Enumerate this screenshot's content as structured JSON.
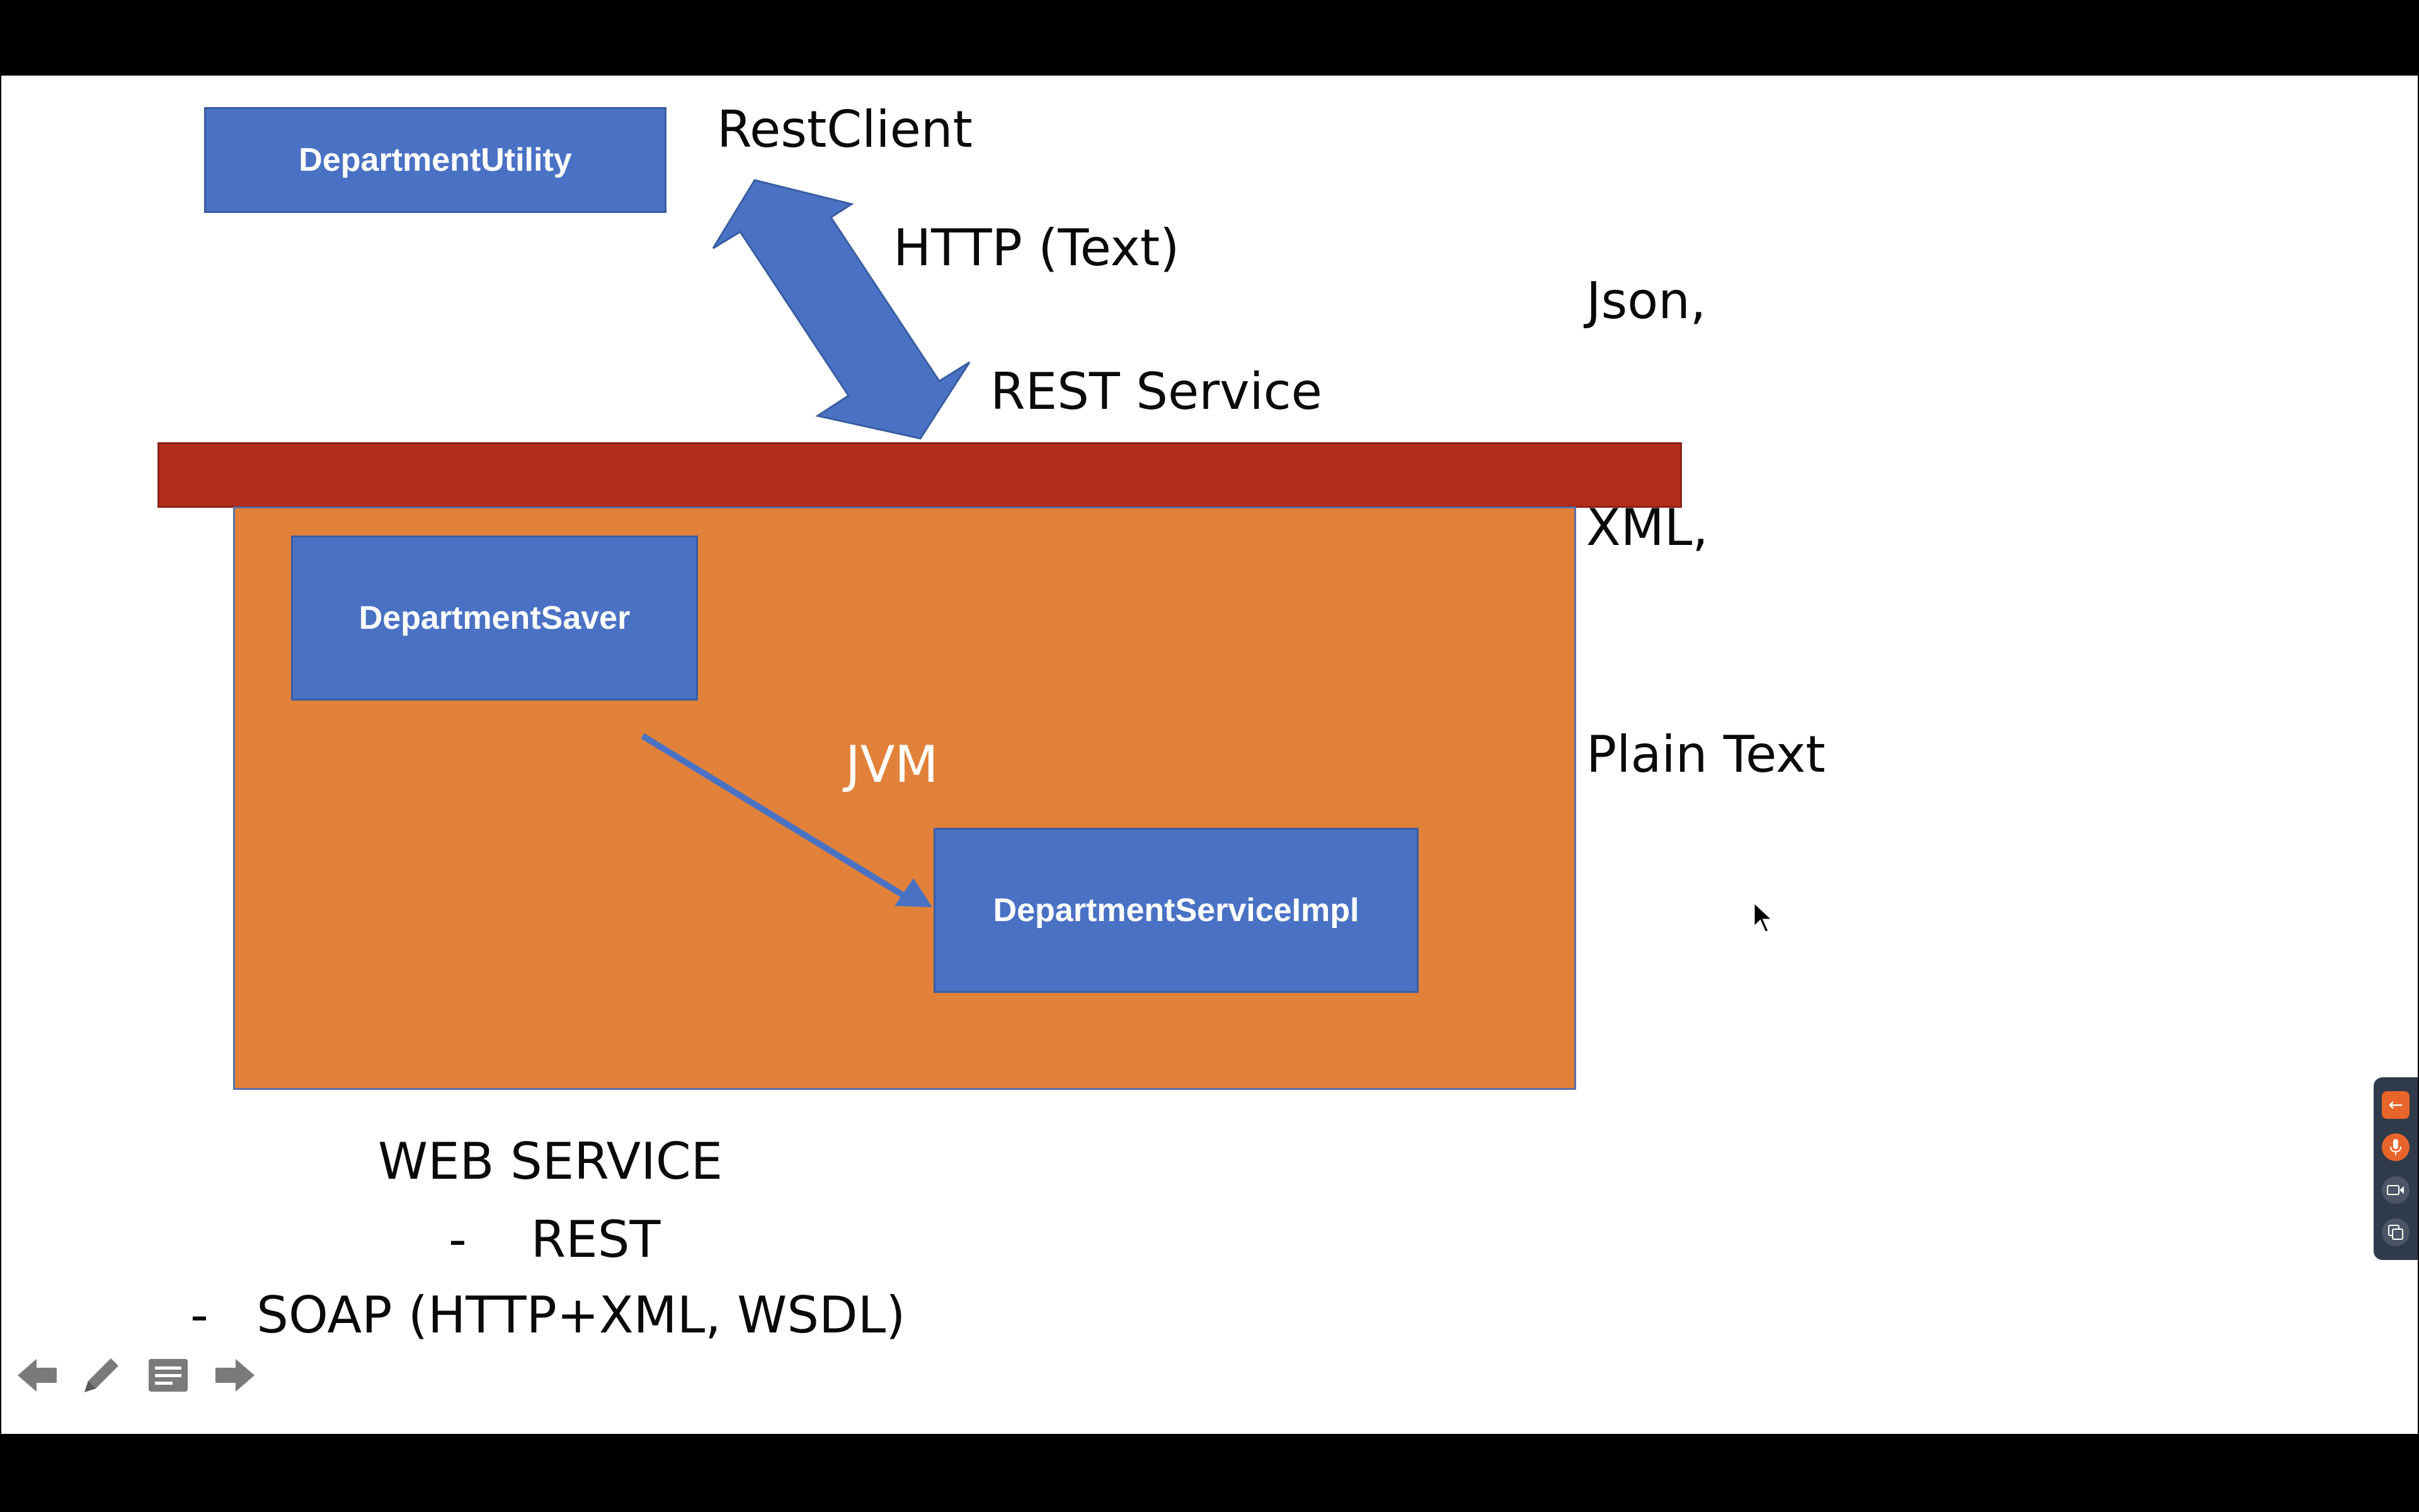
{
  "boxes": {
    "department_utility": "DepartmentUtility",
    "department_saver": "DepartmentSaver",
    "department_service_impl": "DepartmentServiceImpl"
  },
  "labels": {
    "rest_client": "RestClient",
    "http_text": "HTTP (Text)",
    "rest_service": "REST Service",
    "jvm": "JVM",
    "formats": [
      "Json,",
      "XML,",
      "Plain Text"
    ],
    "web_service": "WEB SERVICE",
    "rest_item": "-    REST",
    "soap_item": "-   SOAP (HTTP+XML, WSDL)"
  },
  "colors": {
    "blue_box": "#4a72c4",
    "red_bar": "#b22c1a",
    "orange_container": "#e2823a",
    "background": "#ffffff"
  },
  "toolbar": {
    "prev_icon": "arrow-left-icon",
    "pen_icon": "pen-icon",
    "notes_icon": "notes-icon",
    "next_icon": "arrow-right-icon"
  },
  "side_panel": {
    "icons": [
      "back-arrow-icon",
      "microphone-icon",
      "camera-icon",
      "screen-share-icon"
    ]
  }
}
